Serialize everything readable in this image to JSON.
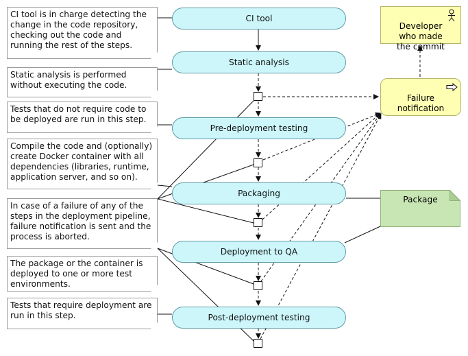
{
  "notes": [
    "CI tool is in charge detecting the\nchange in the code repository,\nchecking out the code and\nrunning the rest of the steps.",
    "Static analysis is performed\nwithout executing the code.",
    "Tests that do not require code to\nbe deployed are run in this step.",
    "Compile the code and (optionally)\ncreate Docker container with all\ndependencies (libraries, runtime,\napplication server, and so on).",
    "In case of a failure of any of the\nsteps in the deployment pipeline,\nfailure notification is sent and the\nprocess is aborted.",
    "The package or the container is\ndeployed to one or more test\nenvironments.",
    "Tests that require deployment are\nrun in this step."
  ],
  "steps": [
    "CI tool",
    "Static analysis",
    "Pre-deployment testing",
    "Packaging",
    "Deployment to QA",
    "Post-deployment testing"
  ],
  "role": {
    "label": "Developer\nwho made\nthe commit",
    "icon": "actor-icon"
  },
  "event": {
    "label": "Failure\nnotification",
    "icon": "trigger-arrow-icon"
  },
  "artifact": {
    "label": "Package"
  },
  "colors": {
    "step_fill": "#ccf6fa",
    "step_border": "#5e9aa5",
    "role_fill": "#ffffb3",
    "artifact_fill": "#c8e6b4"
  }
}
